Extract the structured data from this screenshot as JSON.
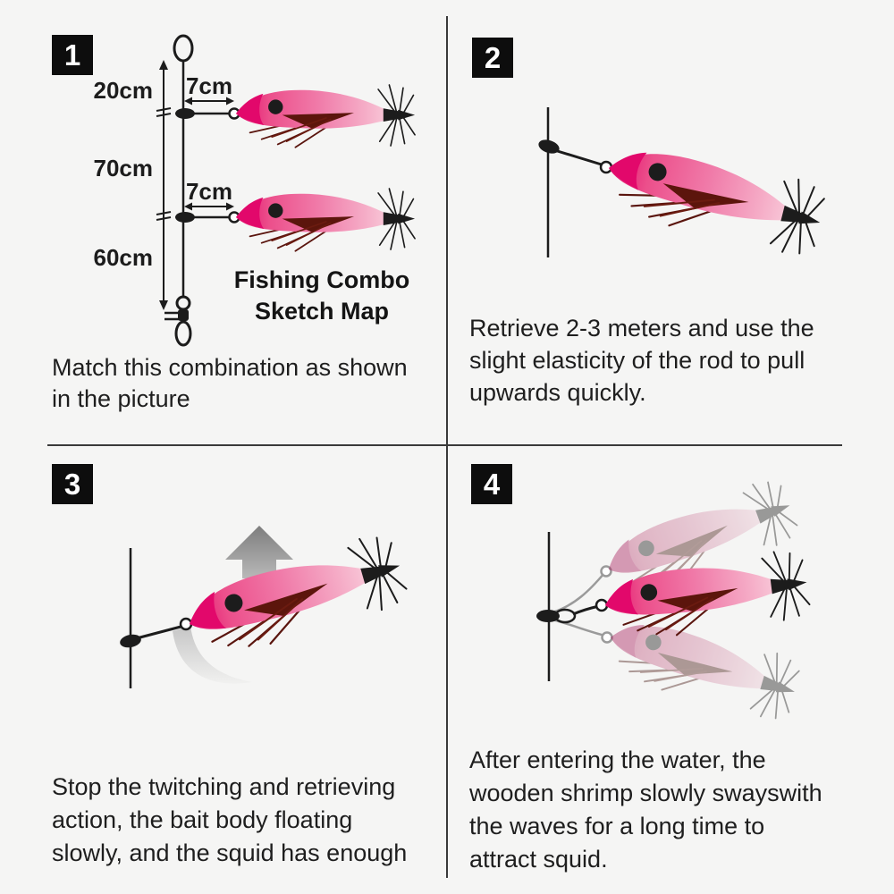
{
  "title": "Fishing combo usage instructions (4 steps)",
  "colors": {
    "background": "#f5f5f4",
    "divider": "#3a3a3a",
    "text": "#1e1e1e",
    "badge_bg": "#0d0d0d",
    "badge_text": "#ffffff",
    "lure_head_pink": "#e30b6c",
    "lure_body_pink": "#f07ba9",
    "lure_tail_pink": "#f8c6d7",
    "lure_fin_brown": "#5c150c",
    "hook_black": "#1c1c1c",
    "motion_arrow_gray": "#8a8a8a"
  },
  "icons": {
    "lure": "shrimp-lure-icon",
    "up_arrow": "up-arrow-icon",
    "swivel": "swivel-clip-icon",
    "loop": "line-loop-icon",
    "ring": "tow-ring-icon",
    "bead": "line-stopper-bead-icon"
  },
  "panels": {
    "p1": {
      "number": "1",
      "measurements": {
        "top": "20cm",
        "middle": "70cm",
        "bottom": "60cm",
        "branch1": "7cm",
        "branch2": "7cm"
      },
      "diagram_title_line1": "Fishing Combo",
      "diagram_title_line2": "Sketch Map",
      "caption_line1": "Match this combination as shown",
      "caption_line2": "in the picture"
    },
    "p2": {
      "number": "2",
      "caption_line1": "Retrieve 2-3 meters and use the",
      "caption_line2": "slight elasticity of the rod to pull",
      "caption_line3": "upwards quickly."
    },
    "p3": {
      "number": "3",
      "caption_line1": "Stop the twitching and retrieving",
      "caption_line2": "action, the bait body floating",
      "caption_line3": "slowly, and the squid has enough"
    },
    "p4": {
      "number": "4",
      "caption_line1": "After entering the water, the",
      "caption_line2": "wooden shrimp slowly swayswith",
      "caption_line3": "the waves for a long time to",
      "caption_line4": "attract squid."
    }
  }
}
